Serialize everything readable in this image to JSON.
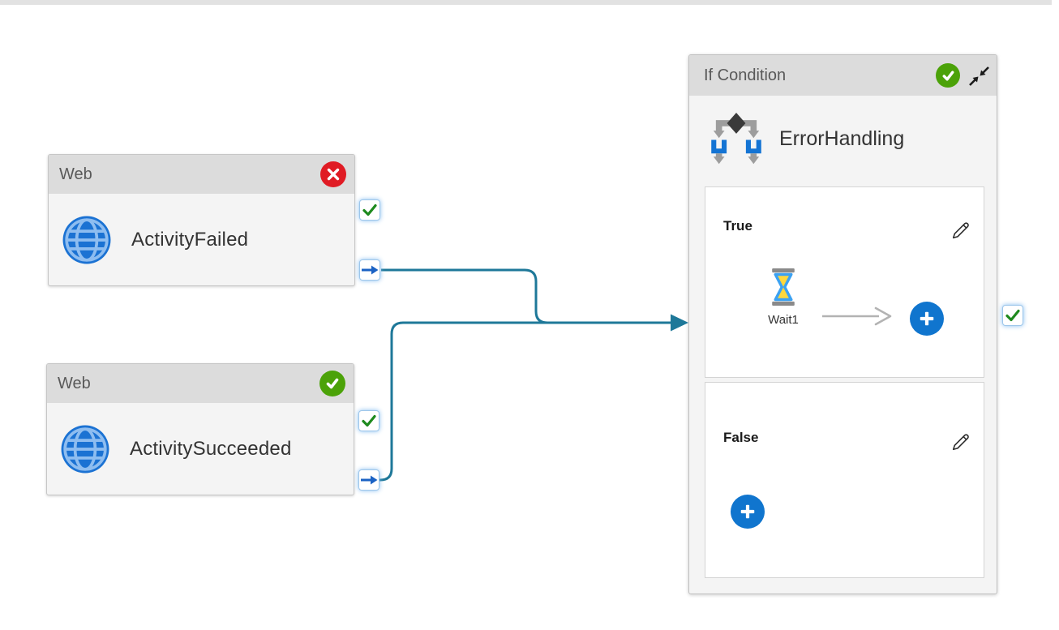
{
  "colors": {
    "connector_teal": "#1E7899",
    "accent_blue": "#1075CE",
    "badge_failed_red": "#E01B24",
    "badge_succeeded_green": "#4BA208",
    "port_check_green": "#1E8A1E",
    "port_arrow_blue": "#1B62C4",
    "header_gray": "#DCDCDC",
    "card_body_gray": "#F4F4F4"
  },
  "icons": {
    "web_activity": "globe",
    "if_condition_activity": "diamond-branch-arrows",
    "wait_activity": "hourglass",
    "status_failed": "✕",
    "status_succeeded": "✓",
    "port_success": "✓",
    "port_output": "→",
    "edit": "pencil",
    "collapse": "diagonal-inward-arrows",
    "add": "+",
    "next_activity": "→"
  },
  "canvas": {
    "nodes": {
      "failed": {
        "type_label": "Web",
        "name": "ActivityFailed",
        "status": "Failed"
      },
      "succeeded": {
        "type_label": "Web",
        "name": "ActivitySucceeded",
        "status": "Succeeded"
      },
      "if_condition": {
        "type_label": "If Condition",
        "name": "ErrorHandling",
        "status": "Succeeded",
        "true_branch": {
          "label": "True",
          "activities": [
            {
              "name": "Wait1",
              "type": "Wait"
            }
          ]
        },
        "false_branch": {
          "label": "False",
          "activities": []
        }
      }
    },
    "connections": [
      {
        "from": "ActivityFailed",
        "from_port": "output",
        "to": "ErrorHandling"
      },
      {
        "from": "ActivitySucceeded",
        "from_port": "output",
        "to": "ErrorHandling"
      }
    ]
  }
}
